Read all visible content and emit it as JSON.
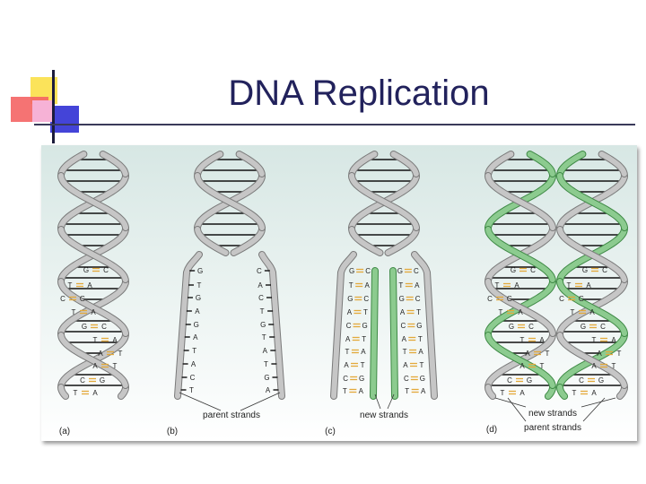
{
  "slide": {
    "title": "DNA Replication"
  },
  "figure": {
    "panel_labels": [
      "(a)",
      "(b)",
      "(c)",
      "(d)"
    ],
    "label_parent_strands_b": "parent strands",
    "label_new_strands_c": "new strands",
    "label_new_strands_d": "new strands",
    "label_parent_strands_d": "parent strands",
    "bases_a": [
      [
        "G",
        "C"
      ],
      [
        "T",
        "A"
      ],
      [
        "C",
        "G"
      ],
      [
        "T",
        "A"
      ],
      [
        "G",
        "C"
      ],
      [
        "T",
        "A"
      ],
      [
        "A",
        "T"
      ],
      [
        "A",
        "T"
      ],
      [
        "C",
        "G"
      ],
      [
        "T",
        "A"
      ]
    ],
    "bases_b_left": [
      "G",
      "T",
      "G",
      "A",
      "G",
      "A",
      "T",
      "A",
      "C",
      "T"
    ],
    "bases_b_right": [
      "C",
      "A",
      "C",
      "T",
      "G",
      "T",
      "A",
      "T",
      "G",
      "A"
    ],
    "pairs_c_left": [
      [
        "G",
        "C"
      ],
      [
        "T",
        "A"
      ],
      [
        "G",
        "C"
      ],
      [
        "A",
        "T"
      ],
      [
        "C",
        "G"
      ],
      [
        "A",
        "T"
      ],
      [
        "T",
        "A"
      ],
      [
        "A",
        "T"
      ],
      [
        "C",
        "G"
      ],
      [
        "T",
        "A"
      ]
    ],
    "pairs_c_right": [
      [
        "G",
        "C"
      ],
      [
        "T",
        "A"
      ],
      [
        "G",
        "C"
      ],
      [
        "A",
        "T"
      ],
      [
        "C",
        "G"
      ],
      [
        "A",
        "T"
      ],
      [
        "T",
        "A"
      ],
      [
        "A",
        "T"
      ],
      [
        "C",
        "G"
      ],
      [
        "T",
        "A"
      ]
    ],
    "bases_d": [
      [
        "G",
        "C"
      ],
      [
        "T",
        "A"
      ],
      [
        "C",
        "G"
      ],
      [
        "T",
        "A"
      ],
      [
        "G",
        "C"
      ],
      [
        "T",
        "A"
      ],
      [
        "A",
        "T"
      ],
      [
        "A",
        "T"
      ],
      [
        "C",
        "G"
      ],
      [
        "T",
        "A"
      ]
    ],
    "colors": {
      "strand": "#c6c6c6",
      "strand_edge": "#7a7a7a",
      "new_strand": "#8ccb8f",
      "new_strand_edge": "#3f8a46",
      "bond": "#e3a93a",
      "rung": "#111111"
    }
  }
}
